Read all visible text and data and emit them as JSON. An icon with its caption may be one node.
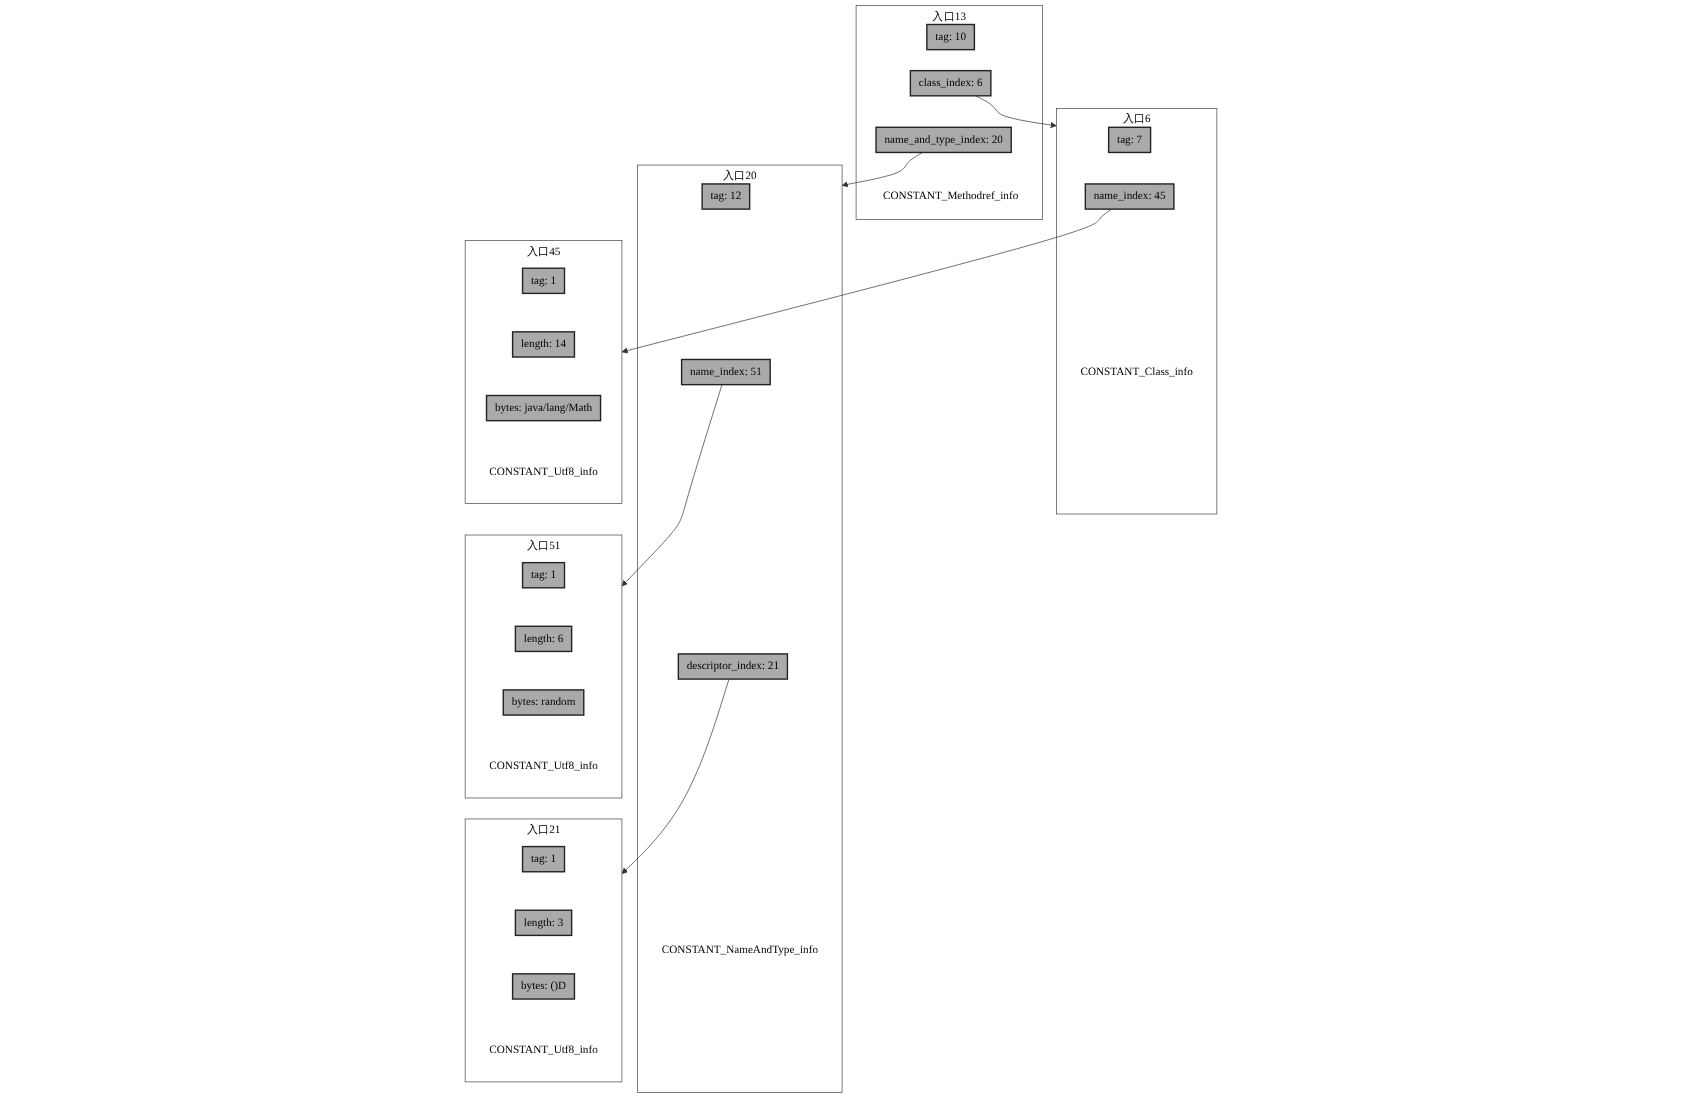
{
  "diagram": {
    "nodes": [
      {
        "text": [
          "入口13"
        ],
        "beside": [
          "CONSTANT_Methodref_info"
        ]
      },
      {
        "text": [
          "tag: 10"
        ],
        "in": 0
      },
      {
        "text": [
          "class_index: 6"
        ],
        "in": 0
      },
      {
        "text": [
          "name_and_type_index: 20"
        ],
        "in": 0
      },
      {
        "text": [
          "入口6"
        ],
        "beside": [
          "CONSTANT_Class_info"
        ]
      },
      {
        "text": [
          "tag: 7"
        ],
        "in": 4
      },
      {
        "text": [
          "name_index: 45"
        ],
        "in": 4
      },
      {
        "text": [
          "入口20"
        ],
        "beside": [
          "CONSTANT_NameAndType_info"
        ]
      },
      {
        "text": [
          "tag: 12"
        ],
        "in": 7
      },
      {
        "text": [
          "name_index: 51"
        ],
        "in": 7
      },
      {
        "text": [
          "descriptor_index: 21"
        ],
        "in": 7
      },
      {
        "text": [
          "入口45"
        ],
        "beside": [
          "CONSTANT_Utf8_info"
        ]
      },
      {
        "text": [
          "tag: 1"
        ],
        "in": 11
      },
      {
        "text": [
          "length: 14"
        ],
        "in": 11
      },
      {
        "text": [
          "bytes: java/lang/Math"
        ],
        "in": 11
      },
      {
        "text": [
          "入口51"
        ],
        "beside": [
          "CONSTANT_Utf8_info"
        ]
      },
      {
        "text": [
          "tag: 1"
        ],
        "in": 15
      },
      {
        "text": [
          "length: 6"
        ],
        "in": 15
      },
      {
        "text": [
          "bytes: random"
        ],
        "in": 15
      },
      {
        "text": [
          "入口21"
        ],
        "beside": [
          "CONSTANT_Utf8_info"
        ]
      },
      {
        "text": [
          "tag: 1"
        ],
        "in": 19
      },
      {
        "text": [
          "length: 3"
        ],
        "in": 19
      },
      {
        "text": [
          "bytes: ()D"
        ],
        "in": 19
      }
    ],
    "edges": [
      {
        "from": 2,
        "to": 4,
        "arrow": "to"
      },
      {
        "from": 3,
        "to": 7,
        "arrow": "to"
      },
      {
        "from": 6,
        "to": 11,
        "arrow": "to"
      },
      {
        "from": 9,
        "to": 15,
        "arrow": "to"
      },
      {
        "from": 10,
        "to": 19,
        "arrow": "to"
      }
    ]
  }
}
